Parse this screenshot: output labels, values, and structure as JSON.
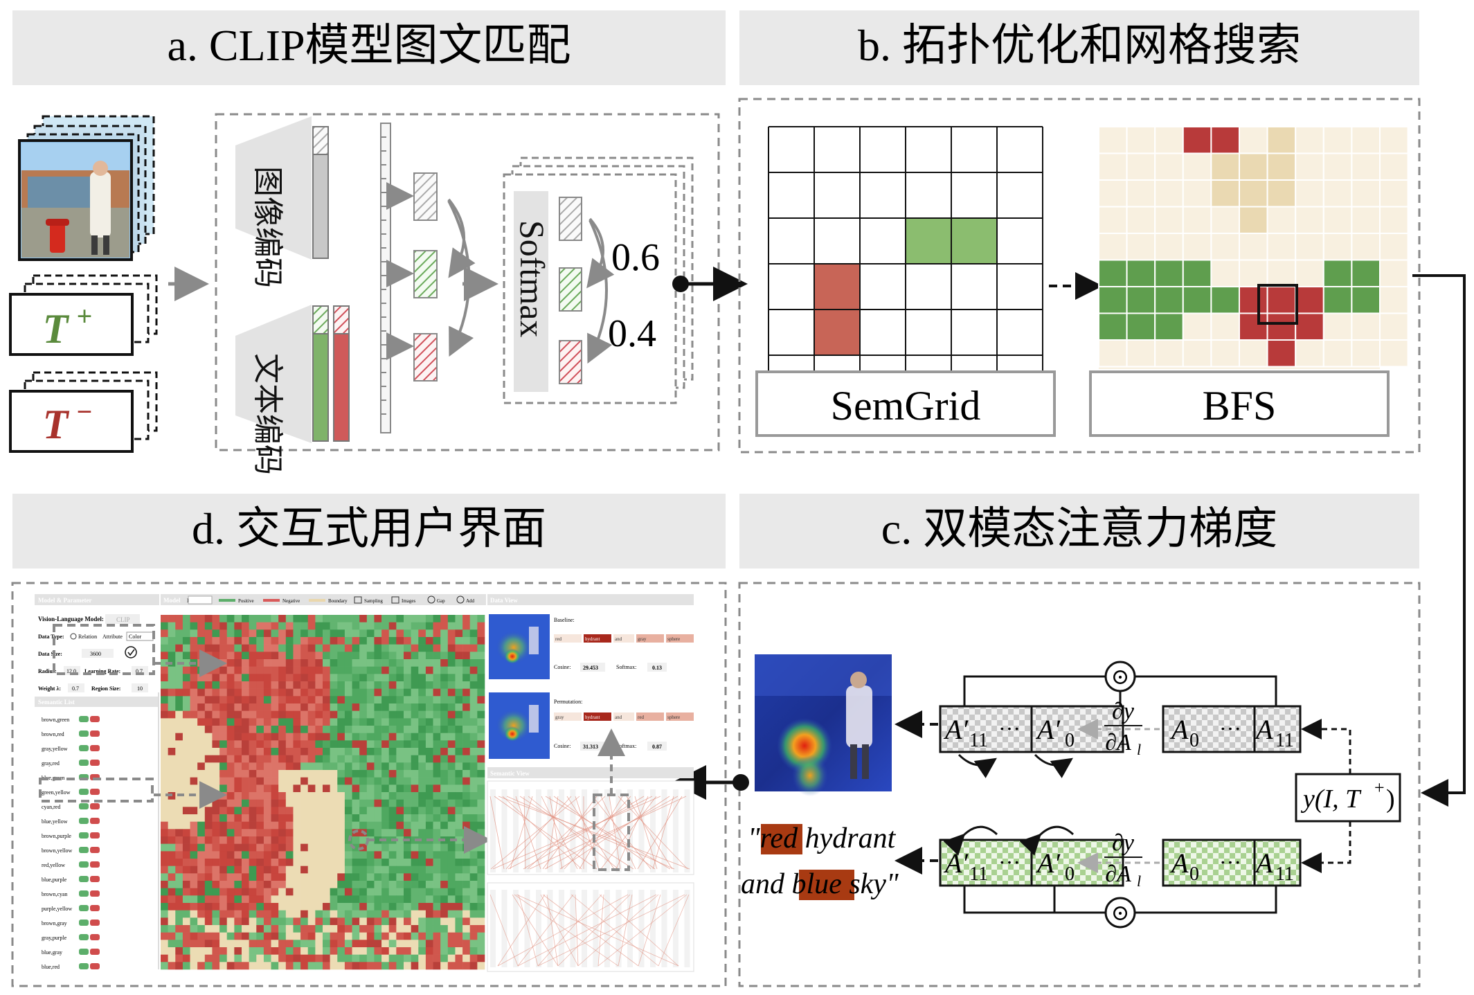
{
  "panels": {
    "a": {
      "title": "a. CLIP模型图文匹配"
    },
    "b": {
      "title": "b. 拓扑优化和网格搜索"
    },
    "c": {
      "title": "c. 双模态注意力梯度"
    },
    "d": {
      "title": "d. 交互式用户界面"
    }
  },
  "clip": {
    "t_plus": "T",
    "t_minus": "T",
    "sup_plus": "+",
    "sup_minus": "−",
    "image_encoder": "图像编码",
    "text_encoder": "文本编码",
    "softmax": "Softmax",
    "prob_high": "0.6",
    "prob_low": "0.4"
  },
  "grid": {
    "semgrid_label": "SemGrid",
    "bfs_label": "BFS"
  },
  "gradient": {
    "a_prime_11": "A′",
    "sub_11": "11",
    "dots": "···",
    "a_prime_0": "A′",
    "sub_0": "0",
    "a0": "A",
    "a11": "A",
    "grad_num": "∂y",
    "grad_den": "∂A",
    "grad_den_sub": "l",
    "odot": "⊙",
    "y_func": "y(I, T",
    "y_sup": "+",
    "y_close": ")",
    "caption_open": "\"",
    "caption_w1": "red",
    "caption_w2": " hydrant",
    "caption_w3": "and ",
    "caption_w4": "blue",
    "caption_w5": " sky\"",
    "highlight_color": "#a83a12"
  },
  "ui": {
    "left_header": "Model & Parameter",
    "vlm_label": "Vision-Language Model:",
    "vlm_value": "CLIP",
    "data_type_label": "Data Type:",
    "data_type_relation": "Relation",
    "data_type_attribute": "Attribute",
    "data_type_color": "Color",
    "data_size_label": "Data Size:",
    "data_size_value": "3600",
    "radius_label": "Radius:",
    "radius_value": "12.0",
    "lr_label": "Learning Rate:",
    "lr_value": "0.7",
    "weight_label": "Weight λ:",
    "weight_value": "0.7",
    "region_label": "Region Size:",
    "region_value": "10",
    "semantic_list_header": "Semantic List",
    "semantic_list": [
      "brown,green",
      "brown,red",
      "gray,yellow",
      "gray,red",
      "blue,green",
      "green,yellow",
      "cyan,red",
      "blue,yellow",
      "brown,purple",
      "brown,yellow",
      "red,yellow",
      "blue,purple",
      "brown,cyan",
      "purple,yellow",
      "brown,gray",
      "gray,purple",
      "blue,gray",
      "blue,red"
    ],
    "center_header": "Model",
    "center_id": "ID:",
    "legend_positive": "Positive",
    "legend_negative": "Negative",
    "legend_boundary": "Boundary",
    "tool_sampling": "Sampling",
    "tool_images": "Images",
    "tool_gap": "Gap",
    "tool_add": "Add",
    "data_view_header": "Data View",
    "baseline_label": "Baseline:",
    "baseline_tokens": [
      "red",
      "hydrant",
      "and",
      "gray",
      "sphere"
    ],
    "permutation_label": "Permutation:",
    "permutation_tokens": [
      "gray",
      "hydrant",
      "and",
      "red",
      "sphere"
    ],
    "cosine_label": "Cosine:",
    "softmax_label": "Softmax:",
    "baseline_cosine": "29.453",
    "baseline_softmax": "0.13",
    "perm_cosine": "31.313",
    "perm_softmax": "0.87",
    "semantic_view_header": "Semantic View"
  }
}
